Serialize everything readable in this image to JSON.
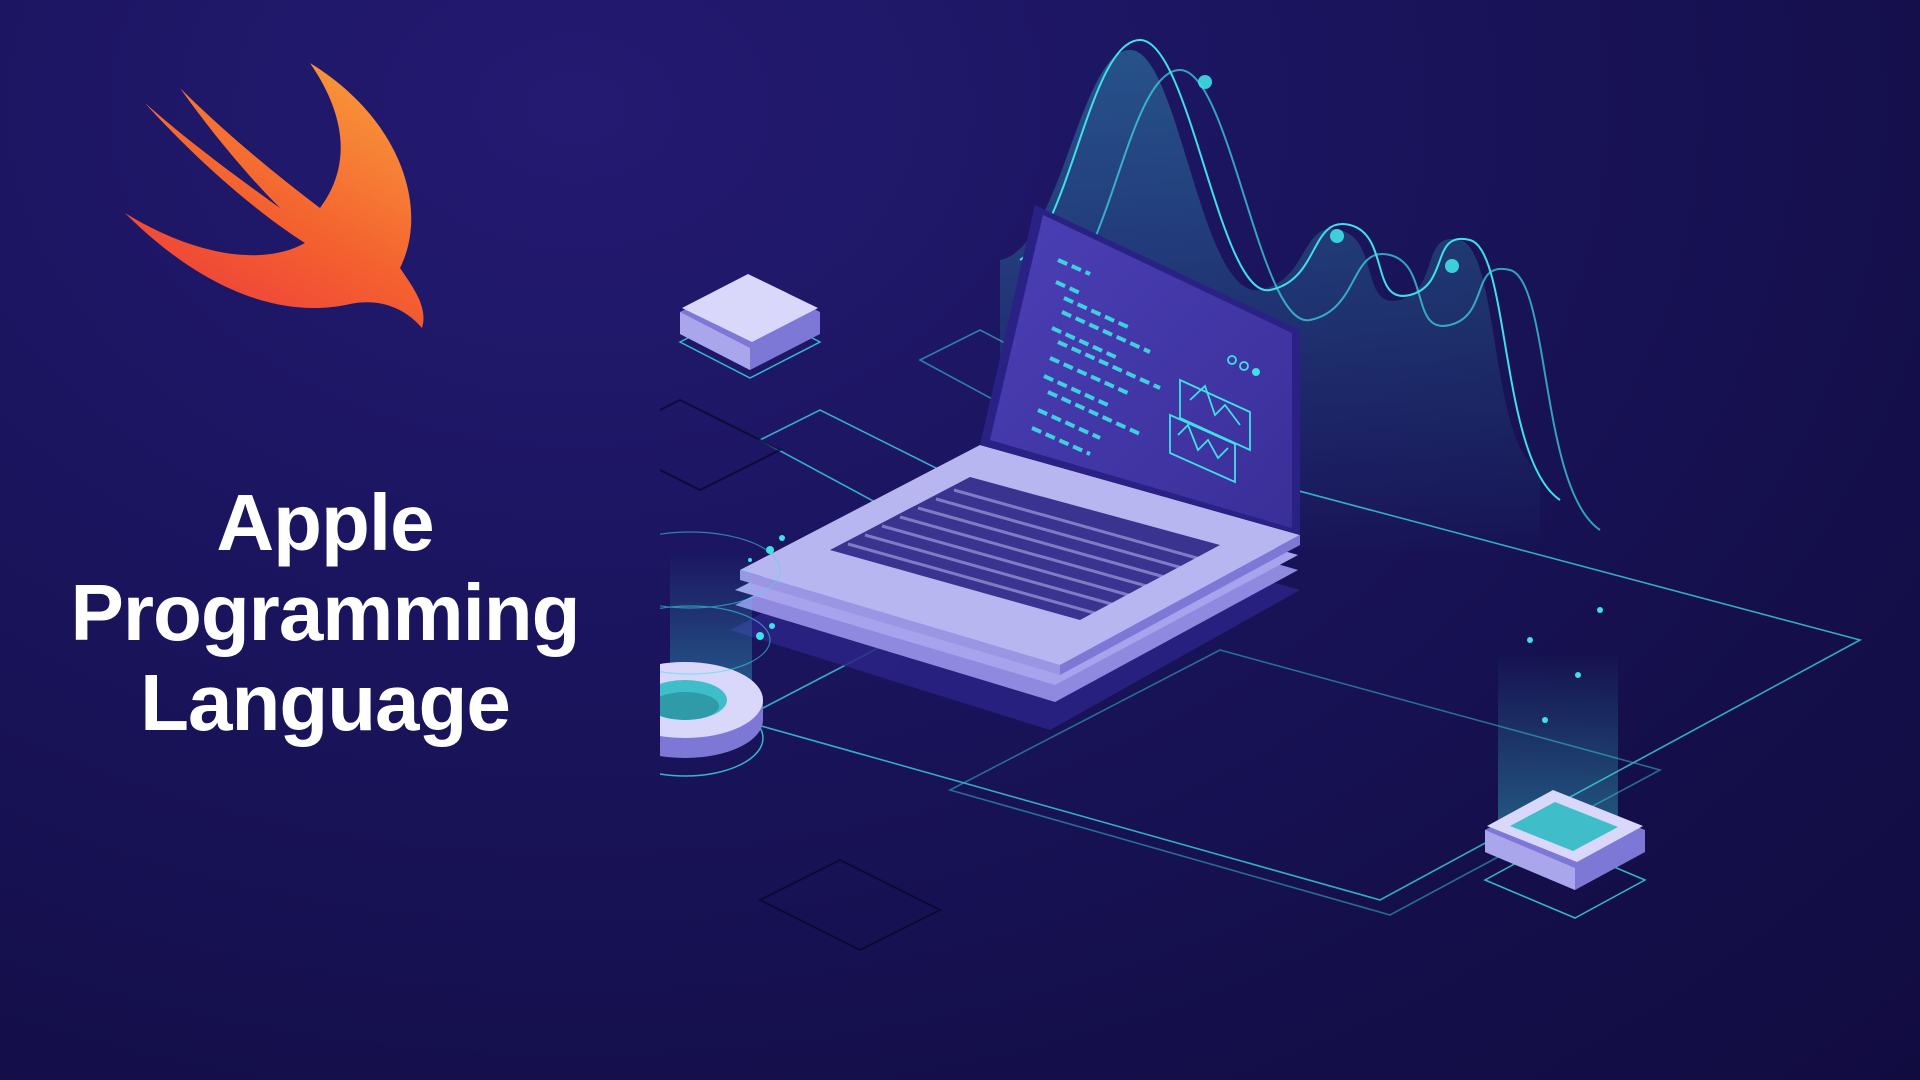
{
  "headline": {
    "line1": "Apple",
    "line2": "Programming",
    "line3": "Language"
  },
  "colors": {
    "background": "#1a1456",
    "accent_cyan": "#3fe0e6",
    "logo_orange": "#f88a35",
    "logo_red": "#f0423a",
    "laptop_body": "#b8b6f0",
    "screen": "#4a3fb0"
  },
  "icons": {
    "logo": "swift-bird-logo",
    "illustration": "isometric-laptop-code"
  }
}
